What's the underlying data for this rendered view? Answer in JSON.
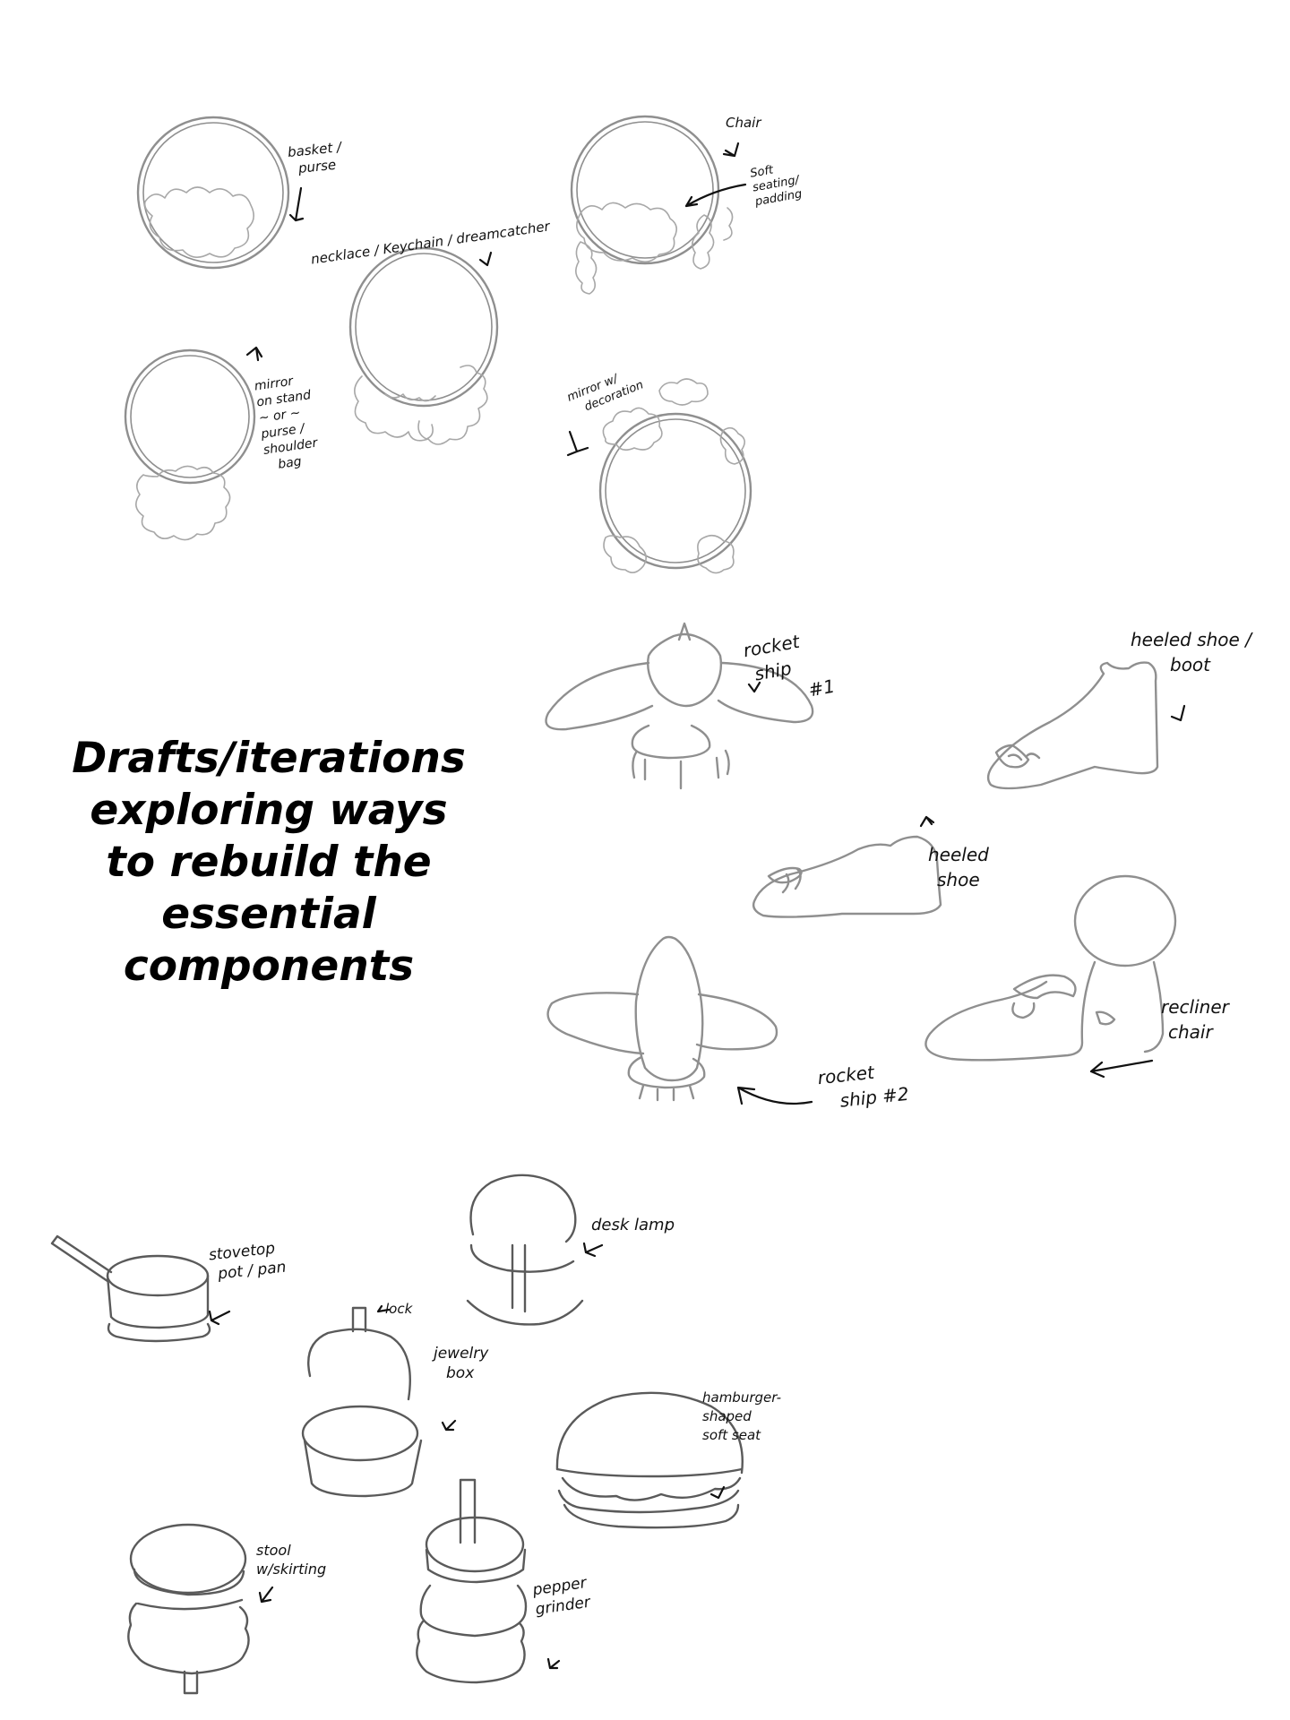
{
  "title_lines": [
    "Drafts/iterations",
    "exploring ways",
    "to rebuild the",
    "essential",
    "components"
  ],
  "labels": {
    "basket": [
      "basket /",
      "purse"
    ],
    "chair": [
      "Chair"
    ],
    "soft_seating": [
      "Soft",
      "seating/",
      "padding"
    ],
    "necklace": [
      "necklace / Keychain / dreamcatcher"
    ],
    "mirror_stand": [
      "mirror",
      "on stand",
      "~ or ~",
      "purse /",
      "shoulder",
      "bag"
    ],
    "mirror_decoration": [
      "mirror w/",
      "decoration"
    ],
    "rocket1": [
      "rocket",
      "ship",
      "#1"
    ],
    "heeled_boot": [
      "heeled shoe /",
      "boot"
    ],
    "heeled_shoe": [
      "heeled",
      "shoe"
    ],
    "recliner": [
      "recliner",
      "chair"
    ],
    "rocket2": [
      "rocket",
      "ship #2"
    ],
    "stovetop": [
      "stovetop",
      "pot / pan"
    ],
    "desk_lamp": [
      "desk lamp"
    ],
    "lock": [
      "lock"
    ],
    "jewelry_box": [
      "jewelry",
      "box"
    ],
    "hamburger": [
      "hamburger-",
      "shaped",
      "soft seat"
    ],
    "stool": [
      "stool",
      "w/skirting"
    ],
    "pepper": [
      "pepper",
      "grinder"
    ]
  }
}
